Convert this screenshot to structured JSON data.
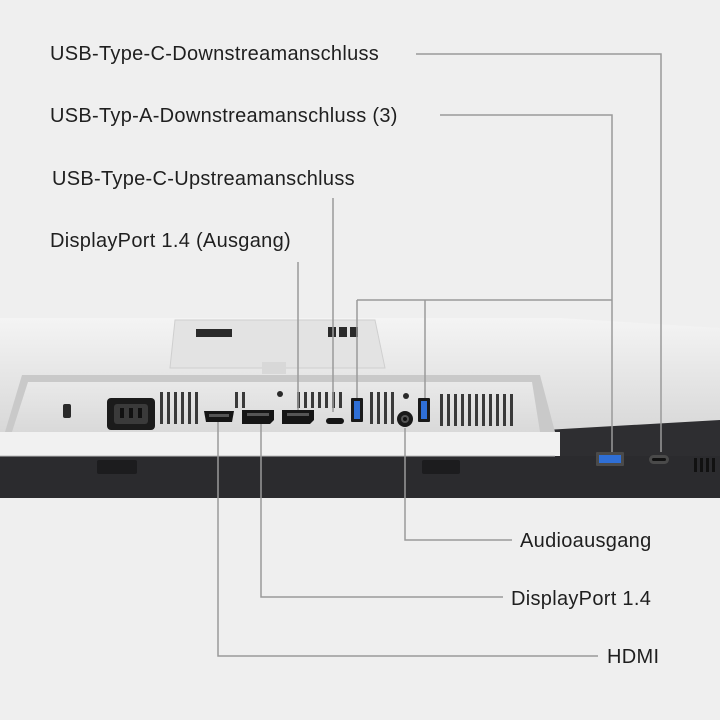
{
  "labels": {
    "usb_c_downstream": "USB-Type-C-Downstreamanschluss",
    "usb_a_downstream": "USB-Typ-A-Downstreamanschluss (3)",
    "usb_c_upstream": "USB-Type-C-Upstreamanschluss",
    "displayport_out": "DisplayPort 1.4 (Ausgang)",
    "audio_out": "Audioausgang",
    "displayport_in": "DisplayPort 1.4",
    "hdmi": "HDMI"
  },
  "colors": {
    "usb_a_port": "#2f6fd6",
    "leader_line": "#9a9a9a",
    "monitor_body": "#dcdcdc",
    "monitor_dark": "#2b2b2e"
  },
  "icons": [
    "power-socket-icon",
    "hdmi-port-icon",
    "displayport-icon",
    "usb-c-port-icon",
    "usb-a-port-icon",
    "audio-jack-icon",
    "kensington-lock-icon"
  ]
}
